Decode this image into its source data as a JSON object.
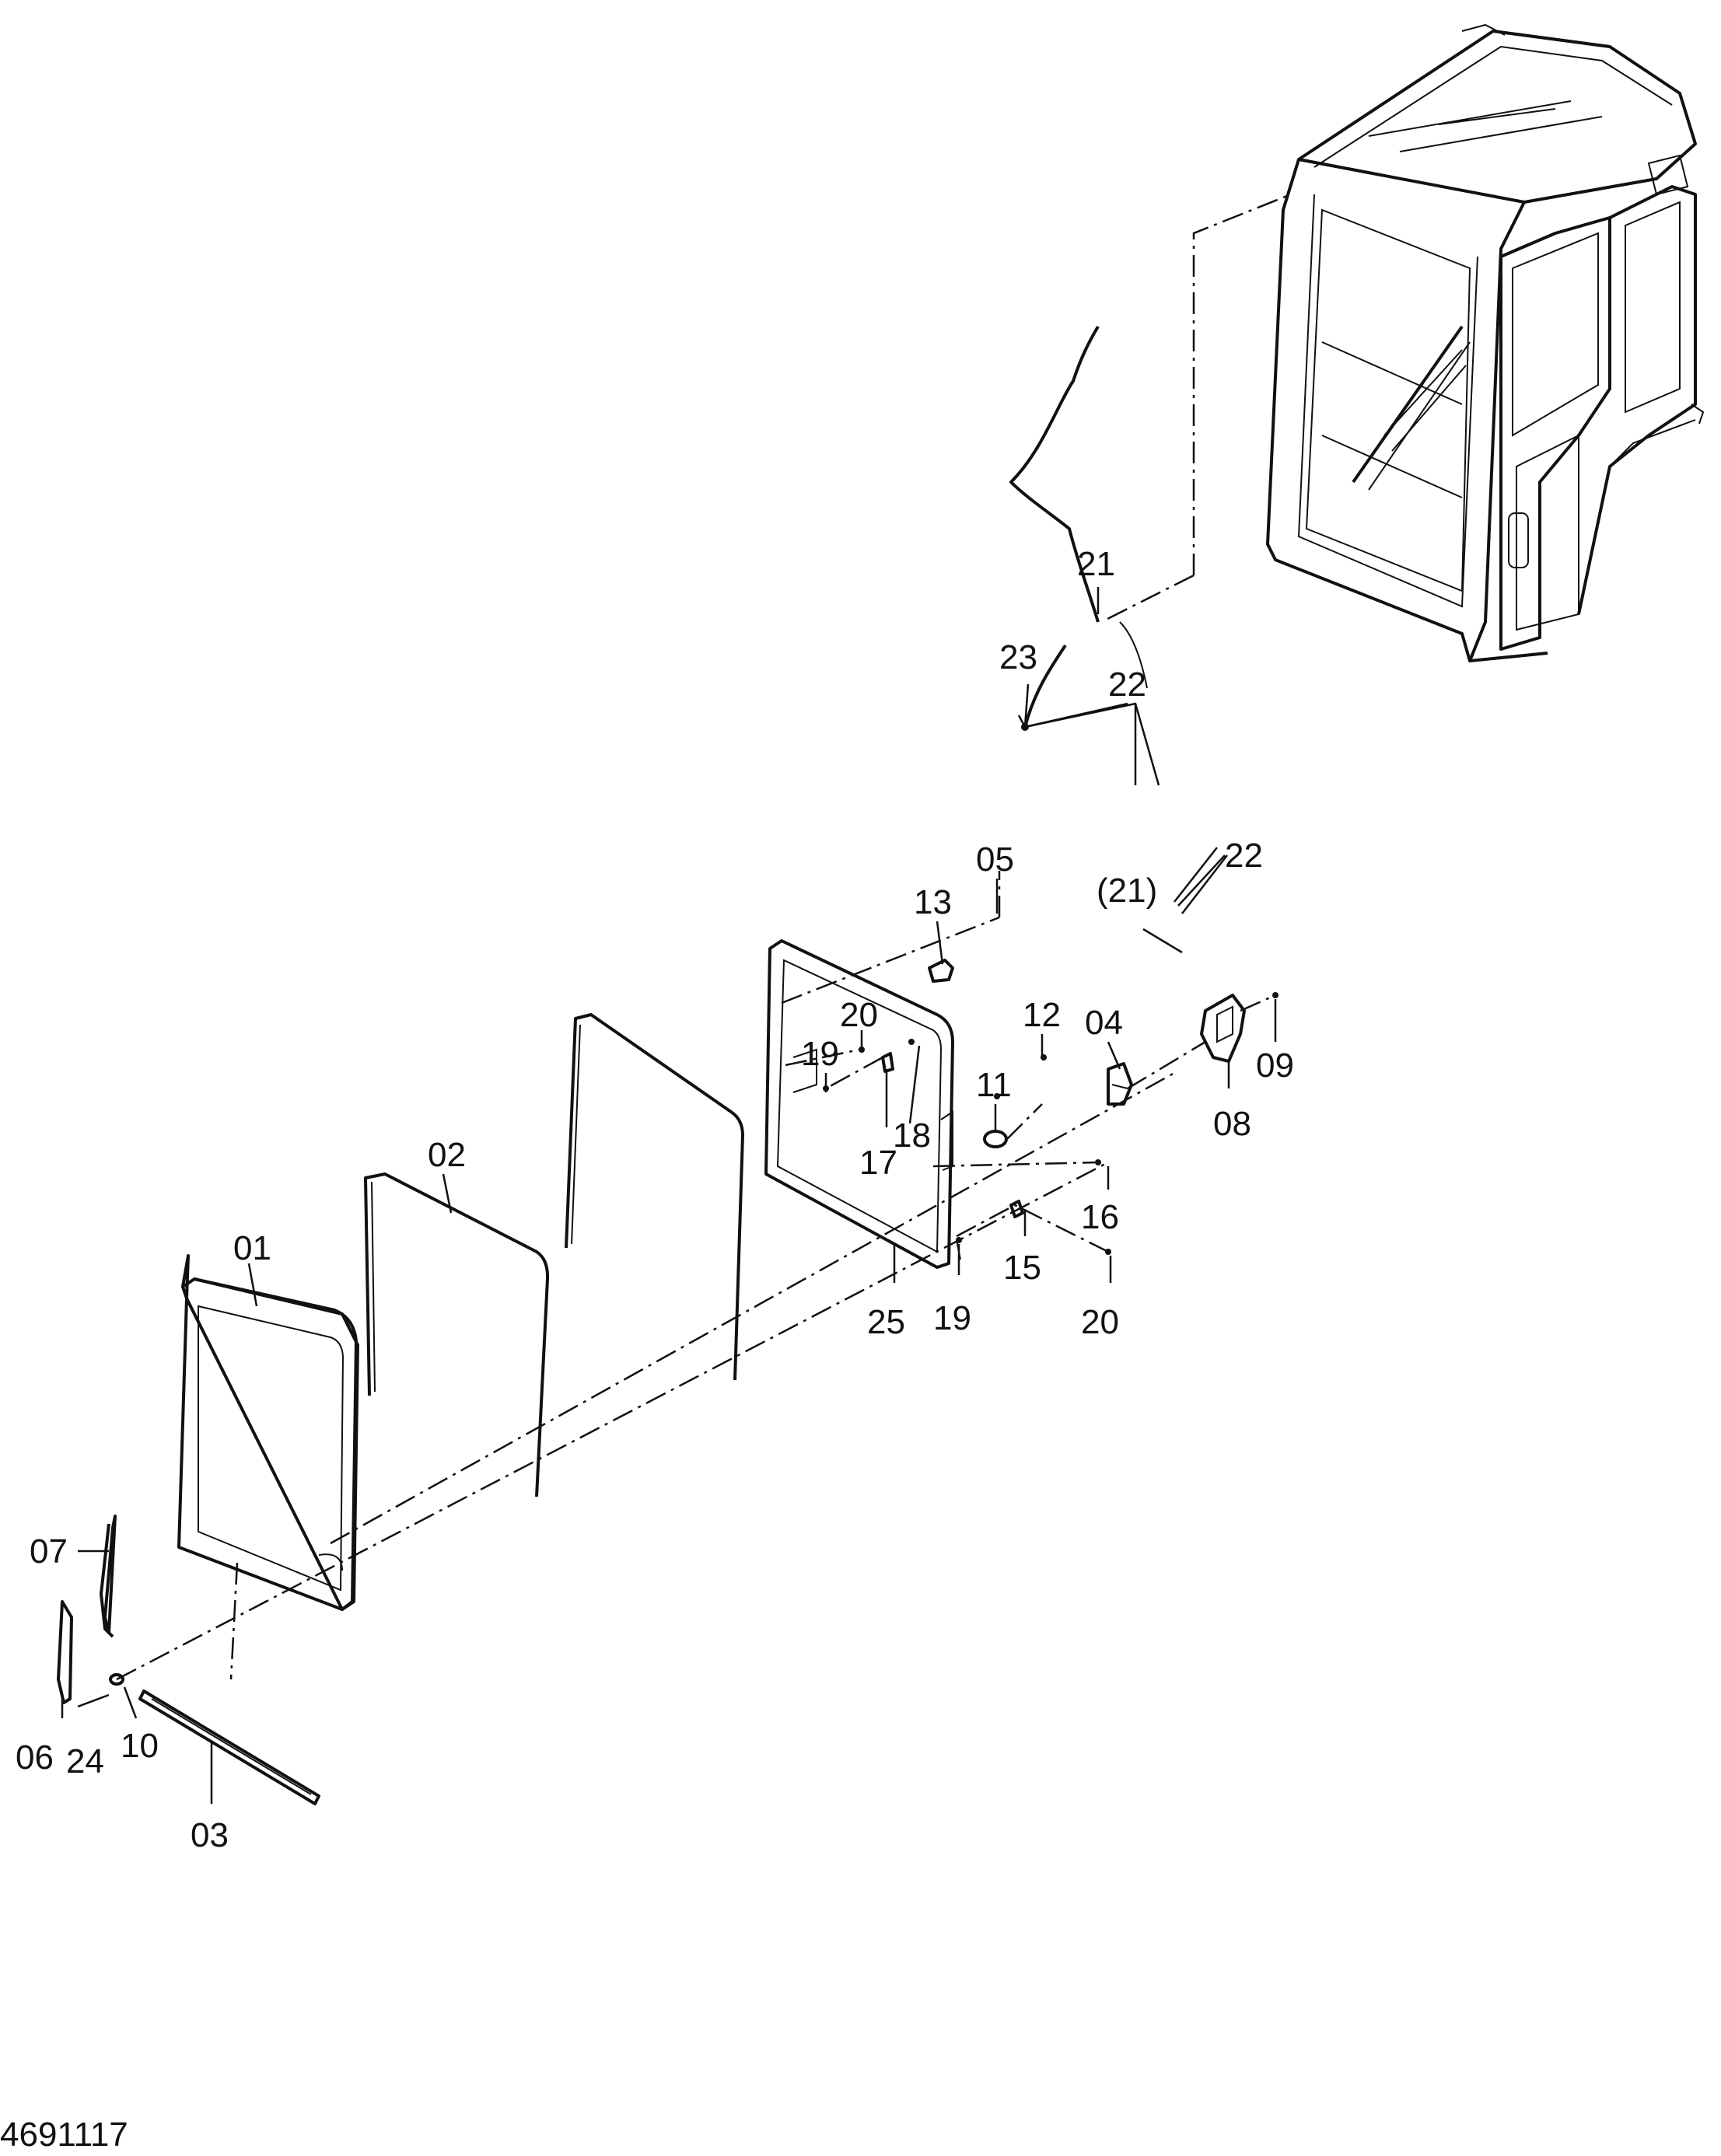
{
  "diagram": {
    "reference_number": "4691117",
    "callouts": [
      {
        "id": "c01",
        "text": "01"
      },
      {
        "id": "c02",
        "text": "02"
      },
      {
        "id": "c03",
        "text": "03"
      },
      {
        "id": "c04",
        "text": "04"
      },
      {
        "id": "c05",
        "text": "05"
      },
      {
        "id": "c06",
        "text": "06"
      },
      {
        "id": "c07",
        "text": "07"
      },
      {
        "id": "c08",
        "text": "08"
      },
      {
        "id": "c09",
        "text": "09"
      },
      {
        "id": "c10",
        "text": "10"
      },
      {
        "id": "c11",
        "text": "11"
      },
      {
        "id": "c12",
        "text": "12"
      },
      {
        "id": "c13",
        "text": "13"
      },
      {
        "id": "c15",
        "text": "15"
      },
      {
        "id": "c16",
        "text": "16"
      },
      {
        "id": "c17",
        "text": "17"
      },
      {
        "id": "c18",
        "text": "18"
      },
      {
        "id": "c19a",
        "text": "19"
      },
      {
        "id": "c19b",
        "text": "19"
      },
      {
        "id": "c20a",
        "text": "20"
      },
      {
        "id": "c20b",
        "text": "20"
      },
      {
        "id": "c21",
        "text": "21"
      },
      {
        "id": "c21ref",
        "text": "(21)"
      },
      {
        "id": "c22a",
        "text": "22"
      },
      {
        "id": "c22b",
        "text": "22"
      },
      {
        "id": "c23",
        "text": "23"
      },
      {
        "id": "c24",
        "text": "24"
      },
      {
        "id": "c25",
        "text": "25"
      }
    ]
  }
}
